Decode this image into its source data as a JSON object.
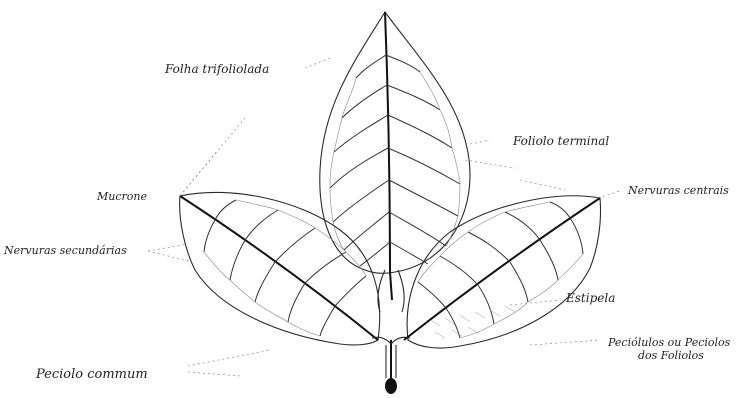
{
  "labels": {
    "folha_trifoliolada": "Folha trifoliolada",
    "foliolo_terminal": "Foliolo terminal",
    "mucrone": "Mucrone",
    "nervuras_centrais": "Nervuras centrais",
    "nervuras_secundarias": "Nervuras secundárias",
    "estipela": "Estipela",
    "peciolulos_line1": "Peciólulos ou Peciolos",
    "peciolulos_line2": "dos Foliolos",
    "peciolo_commum": "Peciolo commum"
  },
  "colors": {
    "ink": "#222222",
    "paper": "#ffffff"
  }
}
